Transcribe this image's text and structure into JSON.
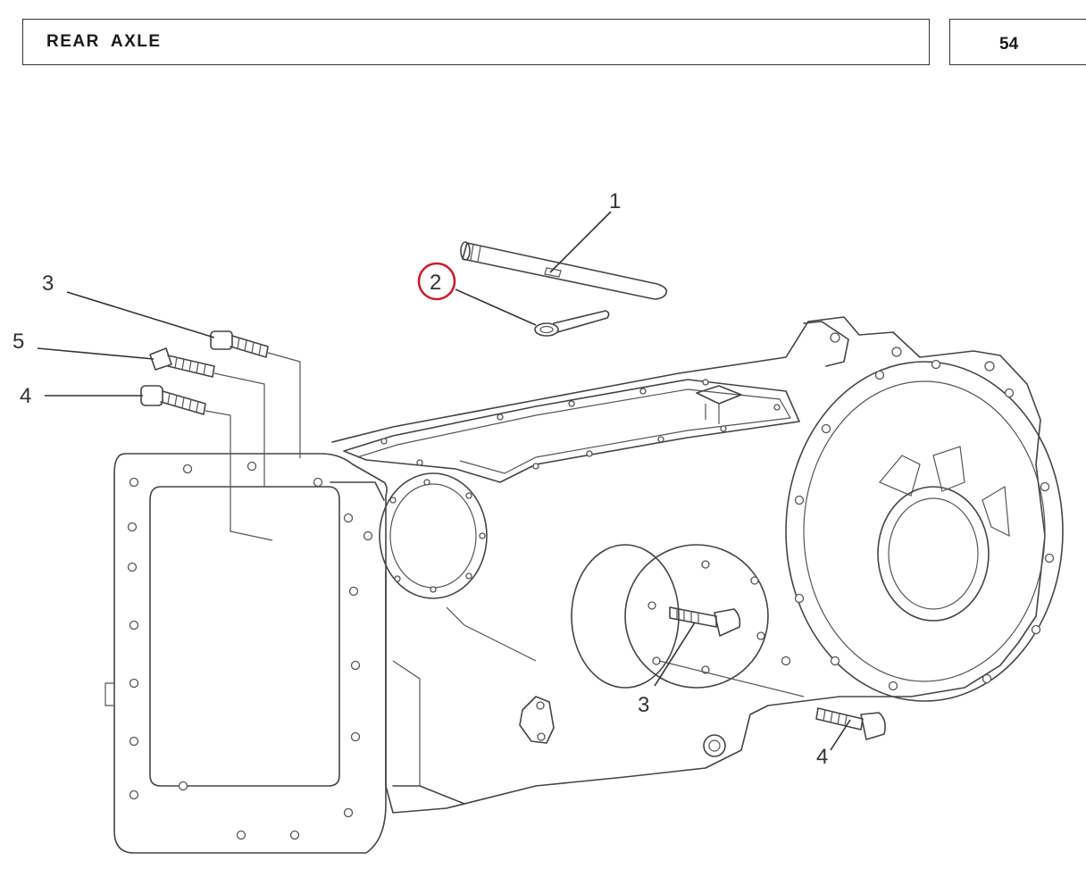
{
  "header": {
    "title": "REAR  AXLE",
    "page_number": "54"
  },
  "callouts": {
    "c1": "1",
    "c2": "2",
    "c3_left": "3",
    "c5": "5",
    "c4_left": "4",
    "c3_right": "3",
    "c4_right": "4"
  },
  "highlight_color": "#c8202f"
}
